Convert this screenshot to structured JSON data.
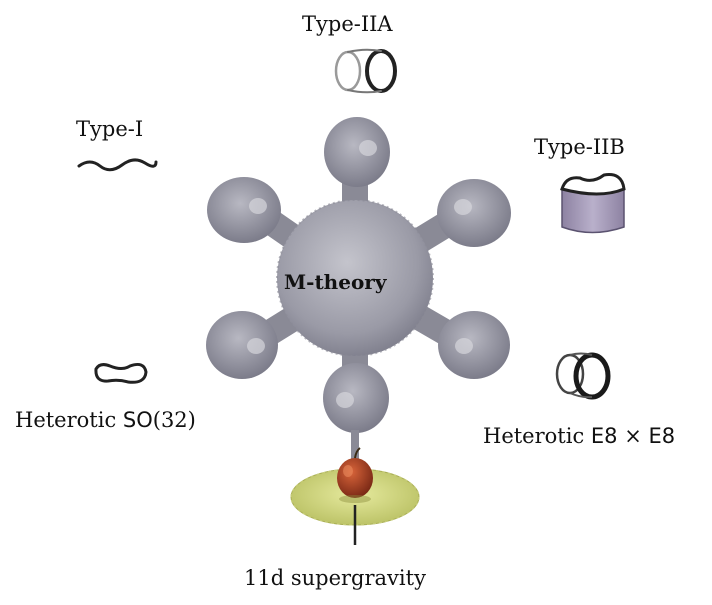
{
  "center": {
    "label": "M-theory"
  },
  "theories": {
    "type_iia": {
      "label": "Type-IIA"
    },
    "type_i": {
      "label": "Type-I"
    },
    "type_iib": {
      "label": "Type-IIB"
    },
    "heterotic_so32": {
      "prefix": "Heterotic ",
      "group": "SO",
      "suffix": "(32)"
    },
    "heterotic_e8": {
      "prefix": "Heterotic ",
      "group_a": "E8",
      "times": " × ",
      "group_b": "E8"
    },
    "supergravity": {
      "label": "11d supergravity"
    }
  },
  "colors": {
    "blob": "#9a9aa6",
    "blob_dark": "#6f6f7c",
    "cylinder": "#a69bb8",
    "disc": "#d2d884",
    "apple": "#9c3a20"
  }
}
